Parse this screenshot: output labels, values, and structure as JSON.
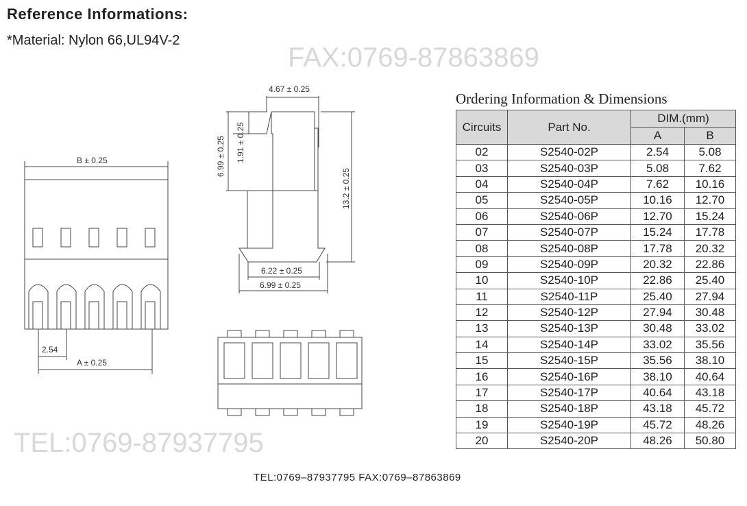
{
  "header": {
    "title": "Reference Informations:",
    "material": "*Material: Nylon 66,UL94V-2"
  },
  "drawing": {
    "dim_b": "B ± 0.25",
    "dim_a": "A ± 0.25",
    "dim_pitch": "2.54",
    "dim_width_top": "4.67 ± 0.25",
    "dim_699_side": "6.99 ± 0.25",
    "dim_191": "1.91 ± 0.25",
    "dim_132": "13.2 ± 0.25",
    "dim_622": "6.22 ± 0.25",
    "dim_699_bottom": "6.99 ± 0.25"
  },
  "watermarks": {
    "tel": "TEL:0769-87937795",
    "fax": "FAX:0769-87863869"
  },
  "table": {
    "title": "Ordering Information & Dimensions",
    "headers": {
      "circuits": "Circuits",
      "part": "Part No.",
      "dim": "DIM.(mm)",
      "a": "A",
      "b": "B"
    },
    "rows": [
      [
        "02",
        "S2540-02P",
        "2.54",
        "5.08"
      ],
      [
        "03",
        "S2540-03P",
        "5.08",
        "7.62"
      ],
      [
        "04",
        "S2540-04P",
        "7.62",
        "10.16"
      ],
      [
        "05",
        "S2540-05P",
        "10.16",
        "12.70"
      ],
      [
        "06",
        "S2540-06P",
        "12.70",
        "15.24"
      ],
      [
        "07",
        "S2540-07P",
        "15.24",
        "17.78"
      ],
      [
        "08",
        "S2540-08P",
        "17.78",
        "20.32"
      ],
      [
        "09",
        "S2540-09P",
        "20.32",
        "22.86"
      ],
      [
        "10",
        "S2540-10P",
        "22.86",
        "25.40"
      ],
      [
        "11",
        "S2540-11P",
        "25.40",
        "27.94"
      ],
      [
        "12",
        "S2540-12P",
        "27.94",
        "30.48"
      ],
      [
        "13",
        "S2540-13P",
        "30.48",
        "33.02"
      ],
      [
        "14",
        "S2540-14P",
        "33.02",
        "35.56"
      ],
      [
        "15",
        "S2540-15P",
        "35.56",
        "38.10"
      ],
      [
        "16",
        "S2540-16P",
        "38.10",
        "40.64"
      ],
      [
        "17",
        "S2540-17P",
        "40.64",
        "43.18"
      ],
      [
        "18",
        "S2540-18P",
        "43.18",
        "45.72"
      ],
      [
        "19",
        "S2540-19P",
        "45.72",
        "48.26"
      ],
      [
        "20",
        "S2540-20P",
        "48.26",
        "50.80"
      ]
    ]
  },
  "footer": "TEL:0769–87937795   FAX:0769–87863869"
}
